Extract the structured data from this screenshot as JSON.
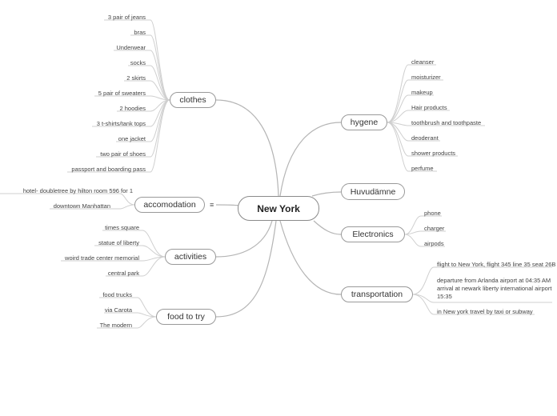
{
  "central": "New York",
  "left": {
    "clothes": {
      "label": "clothes",
      "items": [
        "3 pair of jeans",
        "bras",
        "Underwear",
        "socks",
        "2 skirts",
        "5 pair of sweaters",
        "2 hoodies",
        "3 t-shirts/tank tops",
        "one jacket",
        "two pair of shoes",
        "passport and boarding pass"
      ]
    },
    "accomodation": {
      "label": "accomodation",
      "note_icon": "notes-icon",
      "items": [
        "hotel- doubletree by hilton room 596 for 1",
        "downtown Manhattan"
      ]
    },
    "activities": {
      "label": "activities",
      "items": [
        "times square",
        "statue of liberty",
        "woird trade center memorial",
        "central park"
      ]
    },
    "food": {
      "label": "food to try",
      "items": [
        "food trucks",
        "via Carota",
        "The modern"
      ]
    }
  },
  "right": {
    "hygene": {
      "label": "hygene",
      "items": [
        "cleanser",
        "moisturizer",
        "makeup",
        "Hair products",
        "toothbrush and toothpaste",
        "deoderant",
        "shower products",
        "perfume"
      ]
    },
    "huvud": {
      "label": "Huvudämne"
    },
    "electronics": {
      "label": "Electronics",
      "items": [
        "phone",
        "charger",
        "airpods"
      ]
    },
    "transportation": {
      "label": "transportation",
      "items": [
        "flight to New York, flight 345 line 35 seat 26B",
        "departure  from Arlanda airport at 04:35 AM",
        "arrival at  newark liberty international airport",
        "15:35",
        "in New york travel by taxi or subway"
      ]
    }
  }
}
